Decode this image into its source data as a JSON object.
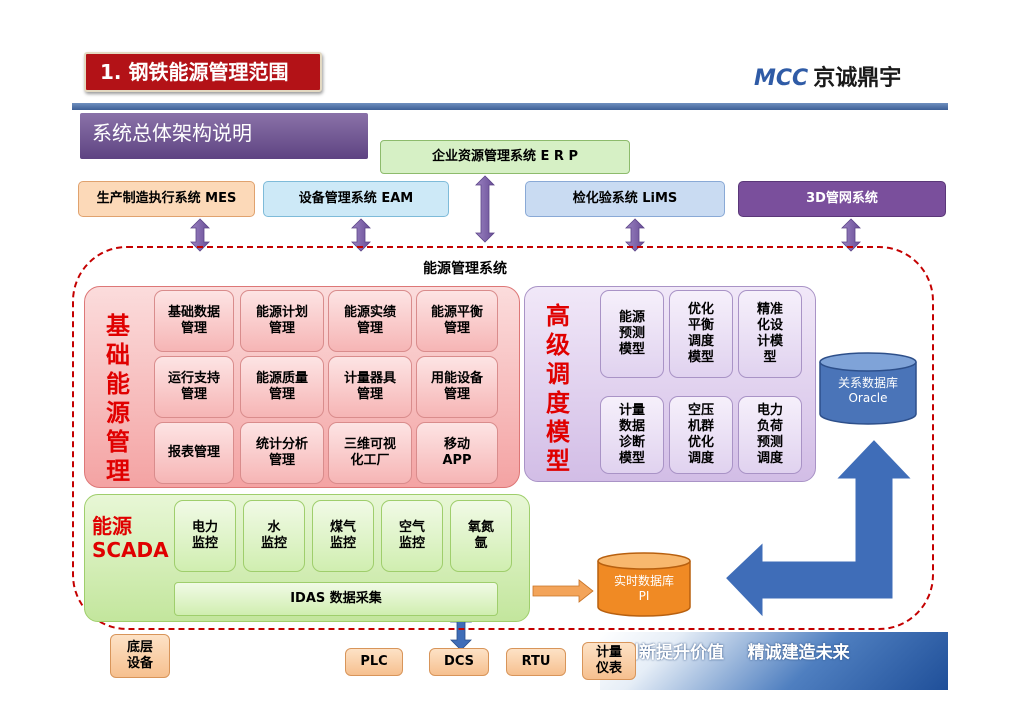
{
  "header": {
    "title": "1. 钢铁能源管理范围",
    "logo_mark": "MCC",
    "logo_text": "京诚鼎宇"
  },
  "subtitle": "系统总体架构说明",
  "top_systems": {
    "erp": "企业资源管理系统 E R P",
    "mes": "生产制造执行系统 MES",
    "eam": "设备管理系统 EAM",
    "lims": "检化验系统 LiMS",
    "pipe3d": "3D管网系统"
  },
  "ems_label": "能源管理系统",
  "base": {
    "title": "基础能源管理",
    "cells": [
      "基础数据\n管理",
      "能源计划\n管理",
      "能源实绩\n管理",
      "能源平衡\n管理",
      "运行支持\n管理",
      "能源质量\n管理",
      "计量器具\n管理",
      "用能设备\n管理",
      "报表管理",
      "统计分析\n管理",
      "三维可视\n化工厂",
      "移动\nAPP"
    ]
  },
  "advanced": {
    "title": "高级调度模型",
    "cells": [
      "能源\n预测\n模型",
      "优化\n平衡\n调度\n模型",
      "精准\n化设\n计模\n型",
      "计量\n数据\n诊断\n模型",
      "空压\n机群\n优化\n调度",
      "电力\n负荷\n预测\n调度"
    ]
  },
  "scada": {
    "title": "能源\nSCADA",
    "cells": [
      "电力\n监控",
      "水\n监控",
      "煤气\n监控",
      "空气\n监控",
      "氧氮\n氩"
    ],
    "idas": "IDAS 数据采集"
  },
  "databases": {
    "relational": "关系数据库\nOracle",
    "realtime": "实时数据库\nPI"
  },
  "bottom": {
    "base_devices": "底层\n设备",
    "plc": "PLC",
    "dcs": "DCS",
    "rtu": "RTU",
    "meters": "计量\n仪表"
  },
  "slogan": "创新提升价值    精诚建造未来",
  "colors": {
    "title_red": "#b31217",
    "accent_red": "#e00000",
    "arrow_blue": "#3f6db8",
    "arrow_purple": "#7a5ea8",
    "db_orange": "#f08a24"
  }
}
